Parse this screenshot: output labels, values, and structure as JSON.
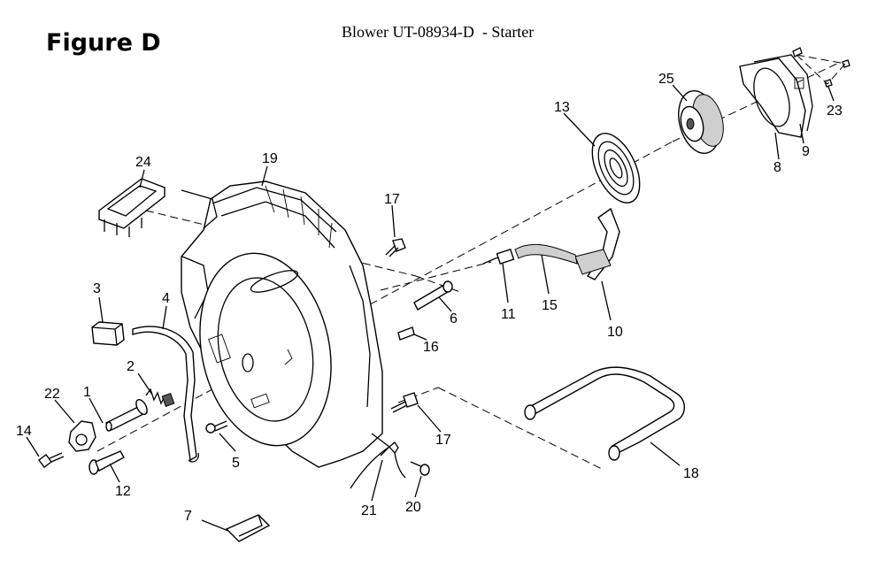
{
  "figure_label": "Figure D",
  "title": "Blower UT-08934-D  - Starter",
  "callouts": [
    "1",
    "2",
    "3",
    "4",
    "5",
    "6",
    "7",
    "8",
    "9",
    "10",
    "11",
    "12",
    "13",
    "14",
    "15",
    "16",
    "17",
    "17",
    "18",
    "19",
    "20",
    "21",
    "22",
    "23",
    "24",
    "25"
  ]
}
